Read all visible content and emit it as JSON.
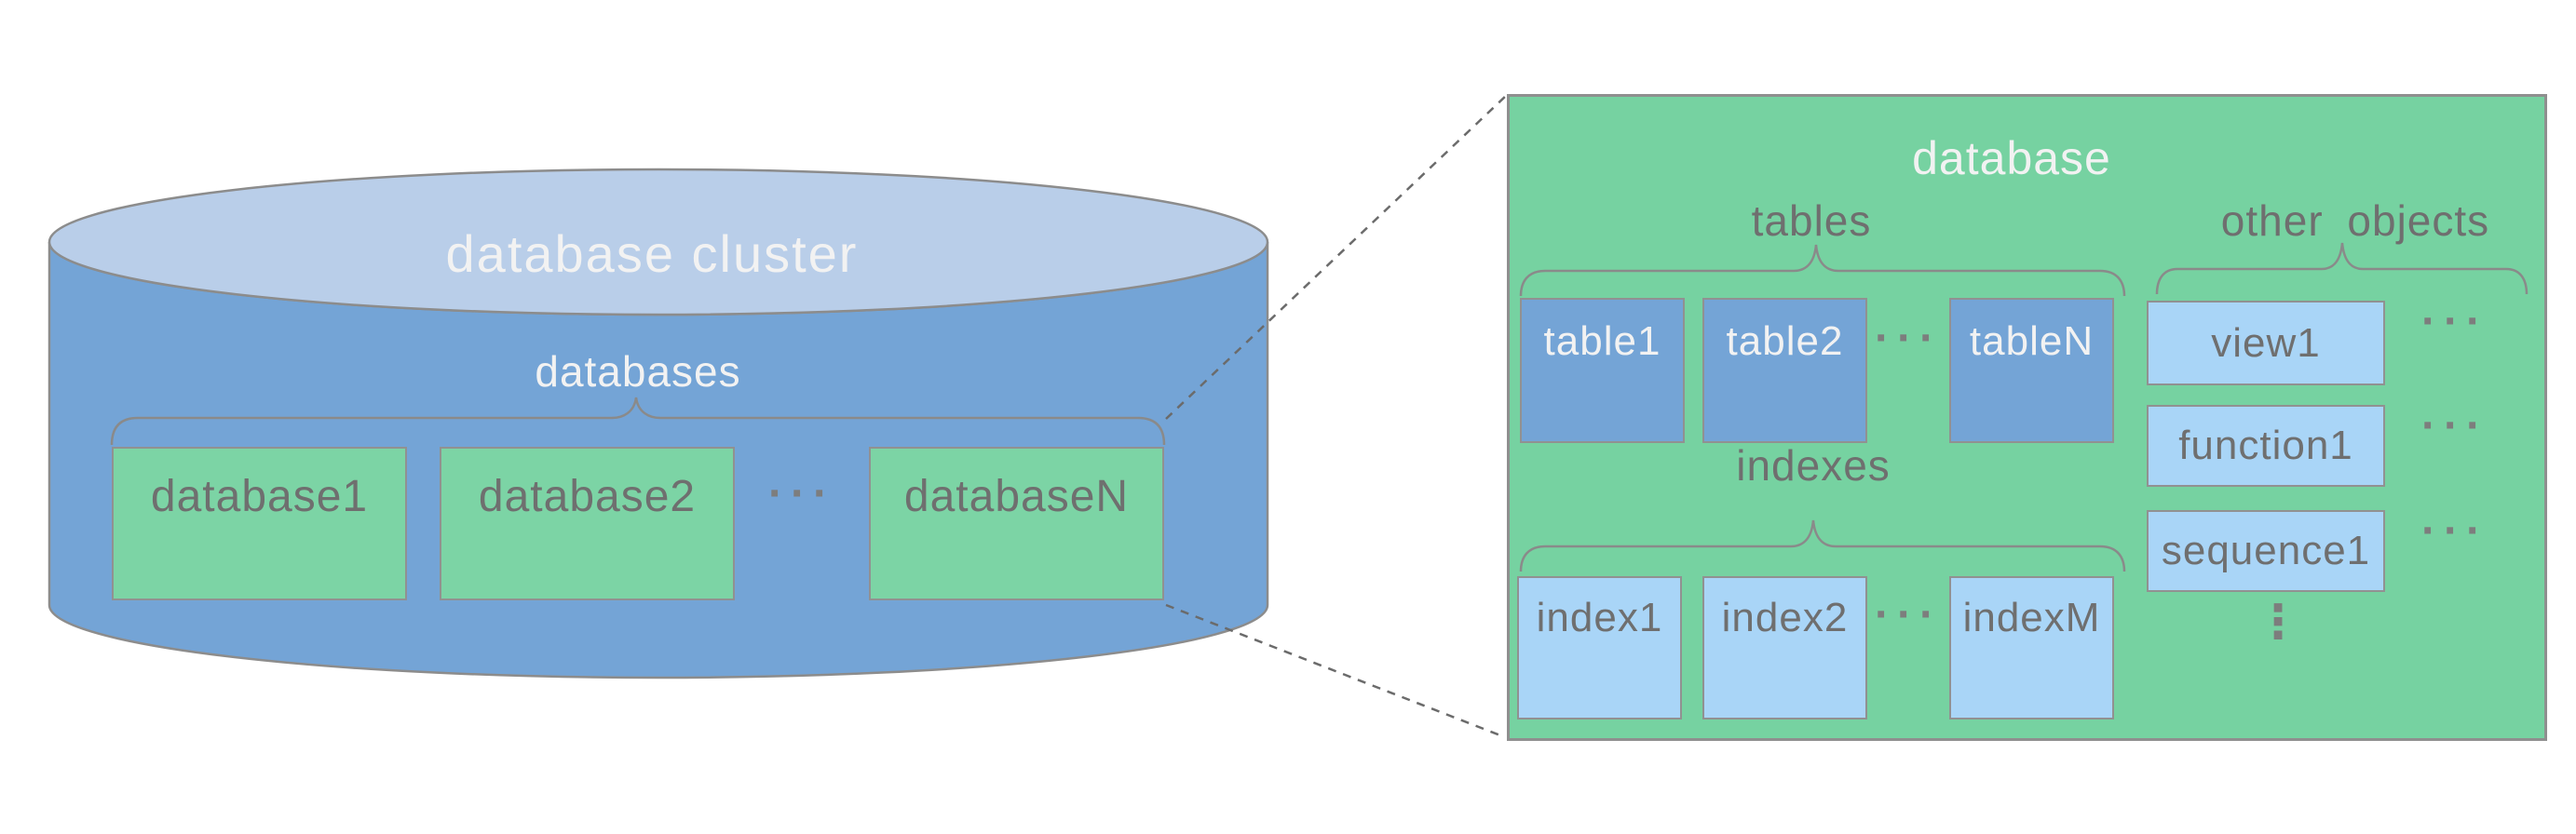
{
  "colors": {
    "cylinder_body": "#74a4d6",
    "cylinder_top": "#b9cee9",
    "green_fill": "#76d2a1",
    "green_box_fill": "#7cd4a5",
    "blue_box_fill": "#74a4d6",
    "light_blue_box_fill": "#a9d5f7",
    "outline_gray": "#8f8f8f",
    "text_gray": "#6f6f6f",
    "text_white": "#f2f2f2"
  },
  "cluster": {
    "title": "database cluster",
    "databases_label": "databases",
    "ellipsis": "···",
    "items": [
      "database1",
      "database2",
      "databaseN"
    ]
  },
  "panel": {
    "title": "database",
    "tables": {
      "label": "tables",
      "ellipsis": "···",
      "items": [
        "table1",
        "table2",
        "tableN"
      ]
    },
    "indexes": {
      "label": "indexes",
      "ellipsis": "···",
      "items": [
        "index1",
        "index2",
        "indexM"
      ]
    },
    "other": {
      "label": "other objects",
      "row_ellipsis": "···",
      "vertical_ellipsis": "⋮",
      "items": [
        "view1",
        "function1",
        "sequence1"
      ]
    }
  }
}
